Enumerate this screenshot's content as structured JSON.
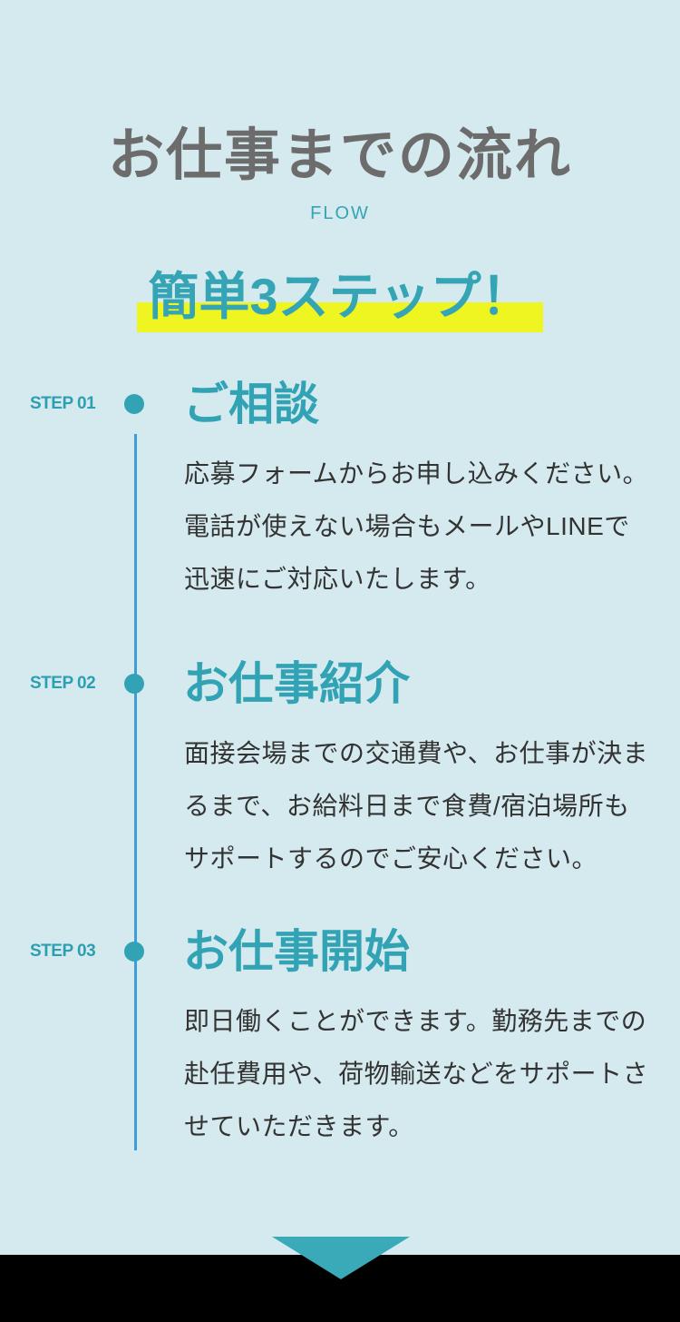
{
  "header": {
    "title": "お仕事までの流れ",
    "subtitle": "FLOW",
    "catchphrase": "簡単3ステップ！"
  },
  "steps": [
    {
      "label": "STEP 01",
      "heading": "ご相談",
      "body": "応募フォームからお申し込みください。電話が使えない場合もメールやLINEで迅速にご対応いたします。"
    },
    {
      "label": "STEP 02",
      "heading": "お仕事紹介",
      "body": "面接会場までの交通費や、お仕事が決まるまで、お給料日まで食費/宿泊場所もサポートするのでご安心ください。"
    },
    {
      "label": "STEP 03",
      "heading": "お仕事開始",
      "body": "即日働くことができます。勤務先までの赴任費用や、荷物輸送などをサポートさせていただきます。"
    }
  ],
  "colors": {
    "background": "#d5eaee",
    "title_gray": "#6c6c6c",
    "accent_teal": "#31a3b5",
    "timeline_blue": "#3d9dd6",
    "highlight_yellow": "#eef520",
    "triangle_teal": "#3aa9b8",
    "body_text": "#333333",
    "next_section": "#000000"
  },
  "icons": {
    "scroll_down": "triangle-down-icon"
  }
}
